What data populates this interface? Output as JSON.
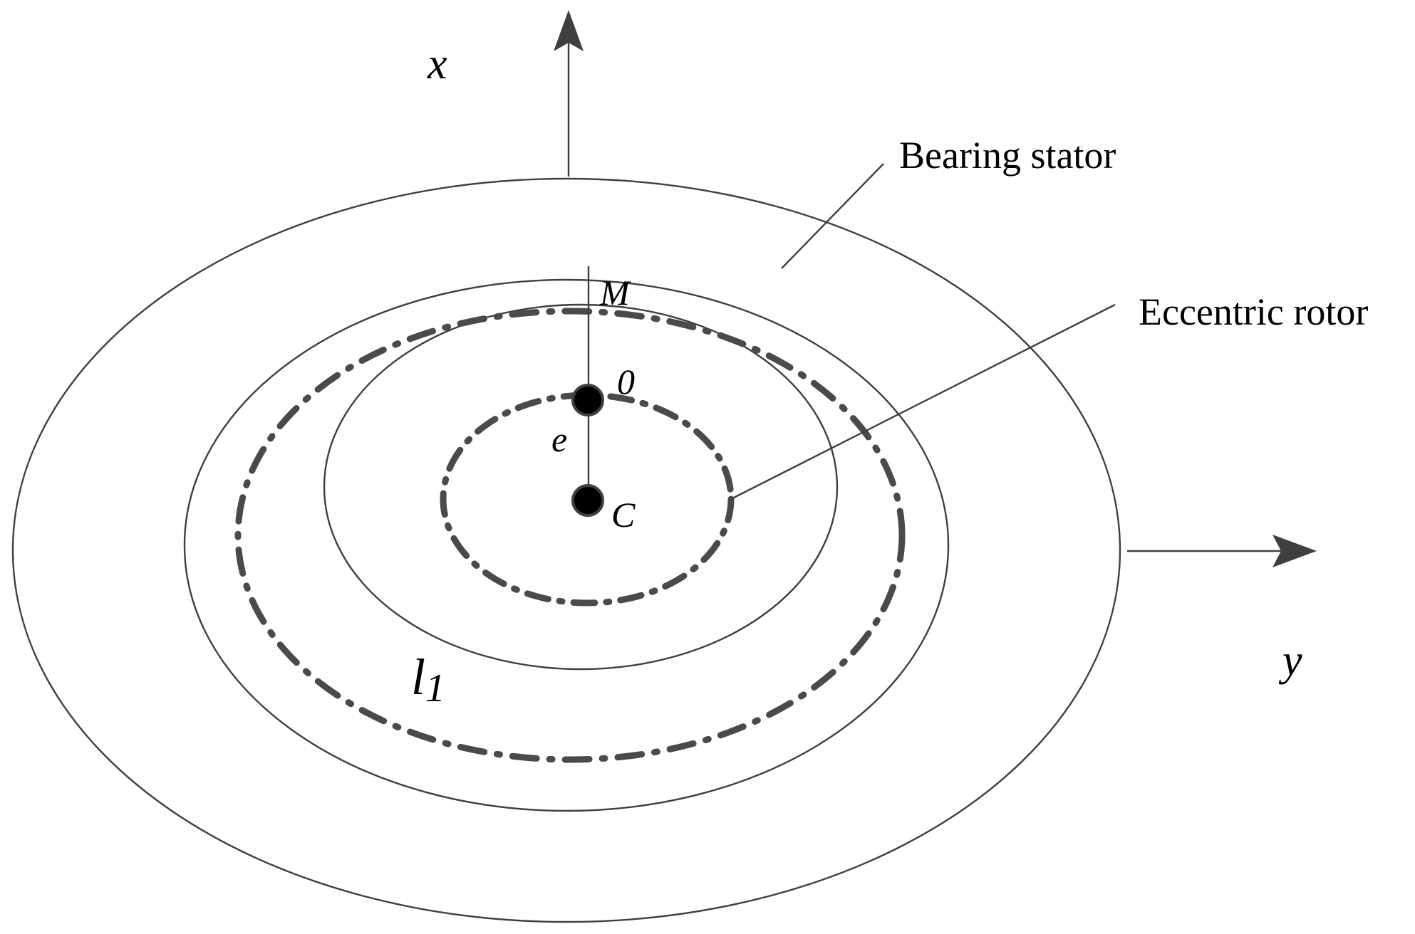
{
  "axes": {
    "x_label": "x",
    "y_label": "y"
  },
  "labels": {
    "bearing_stator": "Bearing stator",
    "eccentric_rotor": "Eccentric rotor",
    "point_m": "M",
    "point_o": "0",
    "point_c": "C",
    "eccentricity": "e",
    "orbit_l": "l",
    "orbit_sub": "1"
  },
  "colors": {
    "line": "#3f3f3f",
    "dashdot": "#4a4a4a",
    "point": "#000000"
  }
}
